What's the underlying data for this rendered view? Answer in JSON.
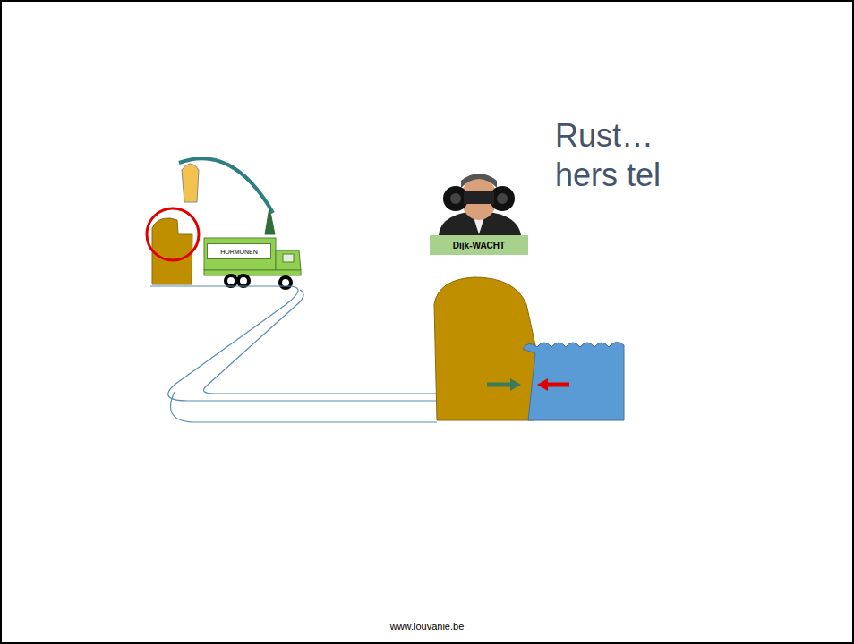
{
  "diagram": {
    "title": "Rust…hers tel",
    "nodes": [
      {
        "text": [
          "HORMONEN"
        ]
      },
      {
        "text": [
          "Dijk-WACHT"
        ]
      }
    ],
    "labels": [
      "www.louvanie.be"
    ]
  }
}
